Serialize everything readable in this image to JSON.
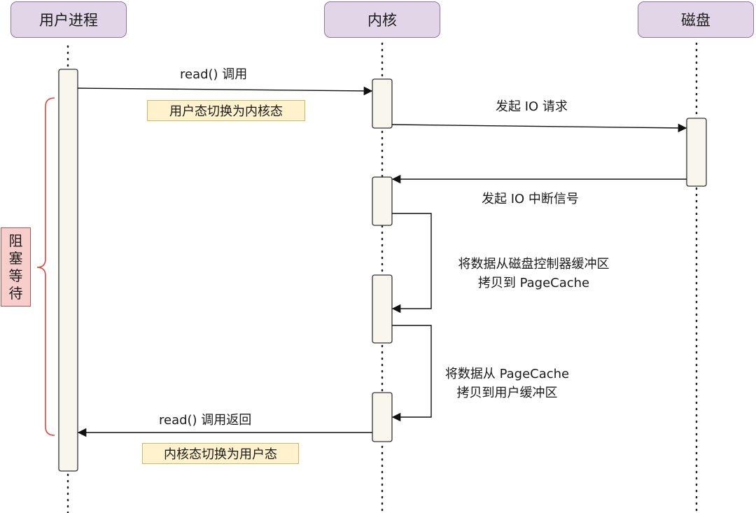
{
  "actors": {
    "user_process": "用户进程",
    "kernel": "内核",
    "disk": "磁盘"
  },
  "messages": {
    "read_call": "read() 调用",
    "io_request": "发起 IO 请求",
    "io_interrupt": "发起 IO 中断信号",
    "copy_to_pagecache_line1": "将数据从磁盘控制器缓冲区",
    "copy_to_pagecache_line2": "拷贝到 PageCache",
    "copy_to_user_line1": "将数据从 PageCache",
    "copy_to_user_line2": "拷贝到用户缓冲区",
    "read_return": "read() 调用返回"
  },
  "tags": {
    "user_to_kernel": "用户态切换为内核态",
    "kernel_to_user": "内核态切换为用户态"
  },
  "blocking_wait": [
    "阻",
    "塞",
    "等",
    "待"
  ],
  "colors": {
    "actor_fill": "#e1d5e7",
    "actor_stroke": "#9673a6",
    "activation_fill": "#f9f7ed",
    "tag_fill": "#fff2cc",
    "tag_stroke": "#d6b656",
    "block_fill": "#f8cecc",
    "block_stroke": "#b85450",
    "brace": "#e0463c"
  }
}
